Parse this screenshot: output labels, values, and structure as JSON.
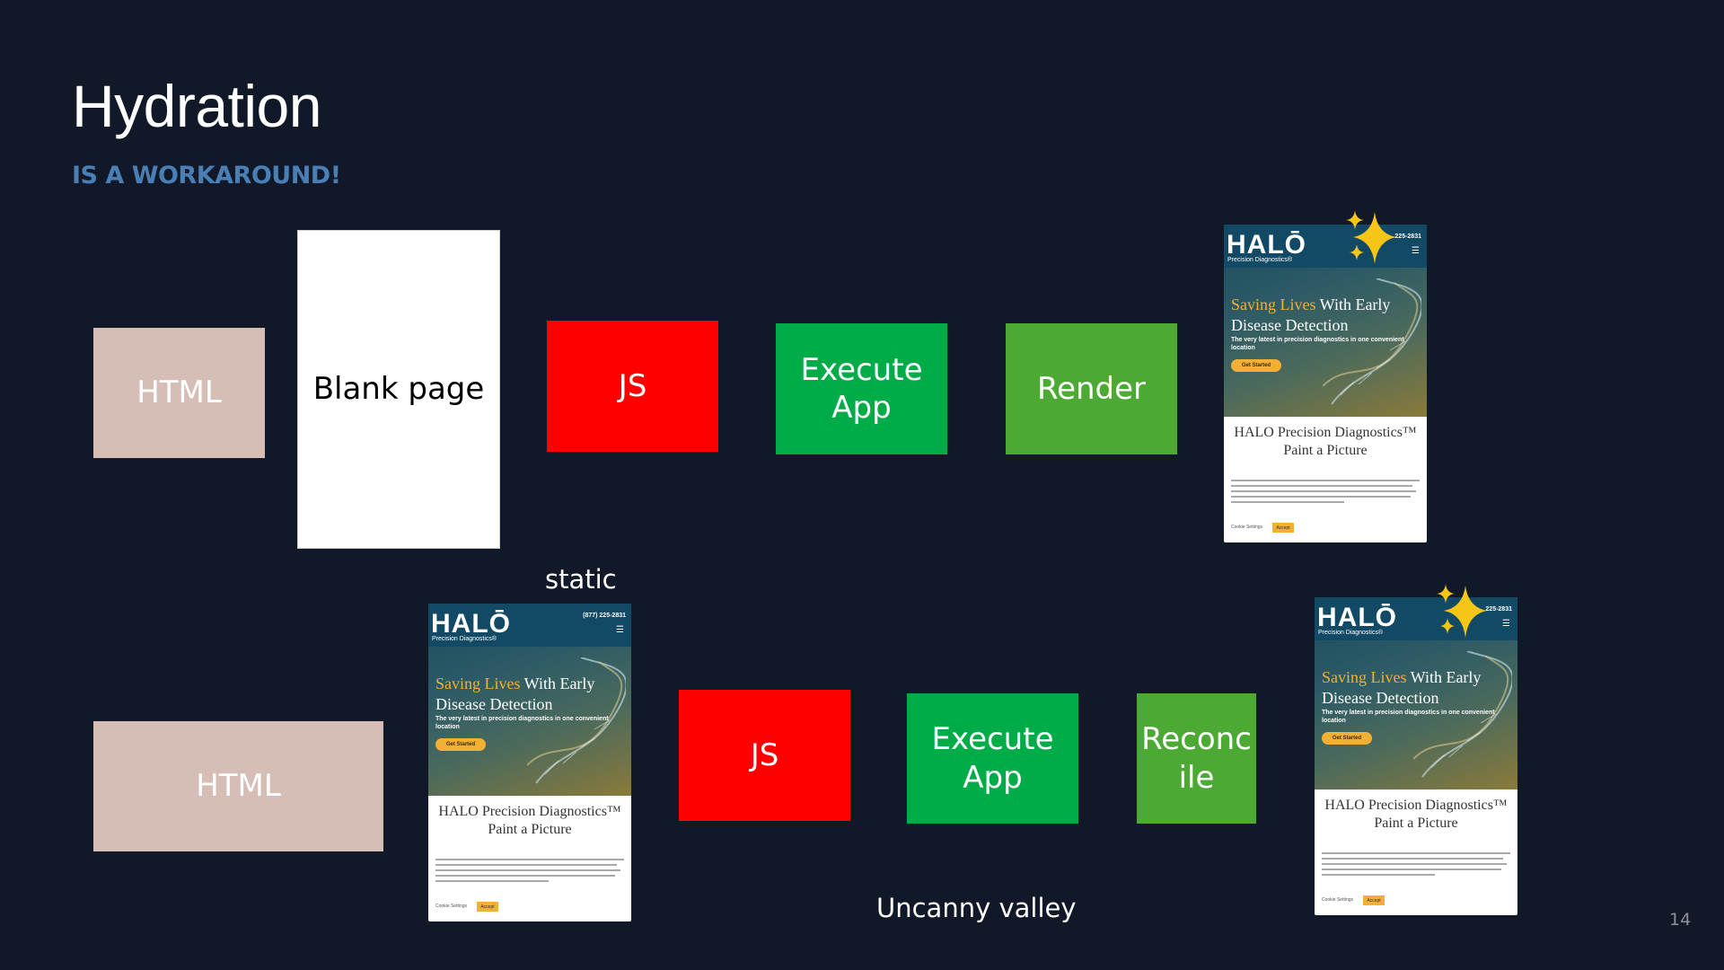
{
  "slide": {
    "title": "Hydration",
    "subtitle": "IS A WORKAROUND!",
    "page_number": "14"
  },
  "row1": {
    "html_label": "HTML",
    "blank_label": "Blank page",
    "js_label": "JS",
    "execute_label": "Execute App",
    "render_label": "Render"
  },
  "row2": {
    "static_label": "static",
    "html_label": "HTML",
    "js_label": "JS",
    "execute_label": "Execute App",
    "reconcile_label": "Reconcile",
    "uncanny_label": "Uncanny valley"
  },
  "website": {
    "logo": "HALŌ",
    "logo_sub": "Precision Diagnostics®",
    "phone_full": "(877) 225-2831",
    "phone_partial": "225-2831",
    "headline_gold": "Saving Lives",
    "headline_rest": " With Early Disease Detection",
    "lead": "The very latest in precision diagnostics in one convenient location",
    "cta": "Get Started",
    "section_title": "HALO Precision Diagnostics™ Paint a Picture",
    "cookie_settings": "Cookie Settings",
    "accept": "Accept"
  },
  "colors": {
    "background": "#111827",
    "subtitle": "#4a7fb5",
    "html_box": "#d6bdb6",
    "js_box": "#ff0000",
    "execute_box": "#00ac47",
    "render_box": "#4caa34",
    "sparkle": "#f5c518"
  },
  "icons": {
    "sparkle": "sparkles-icon",
    "menu": "hamburger-menu-icon"
  }
}
